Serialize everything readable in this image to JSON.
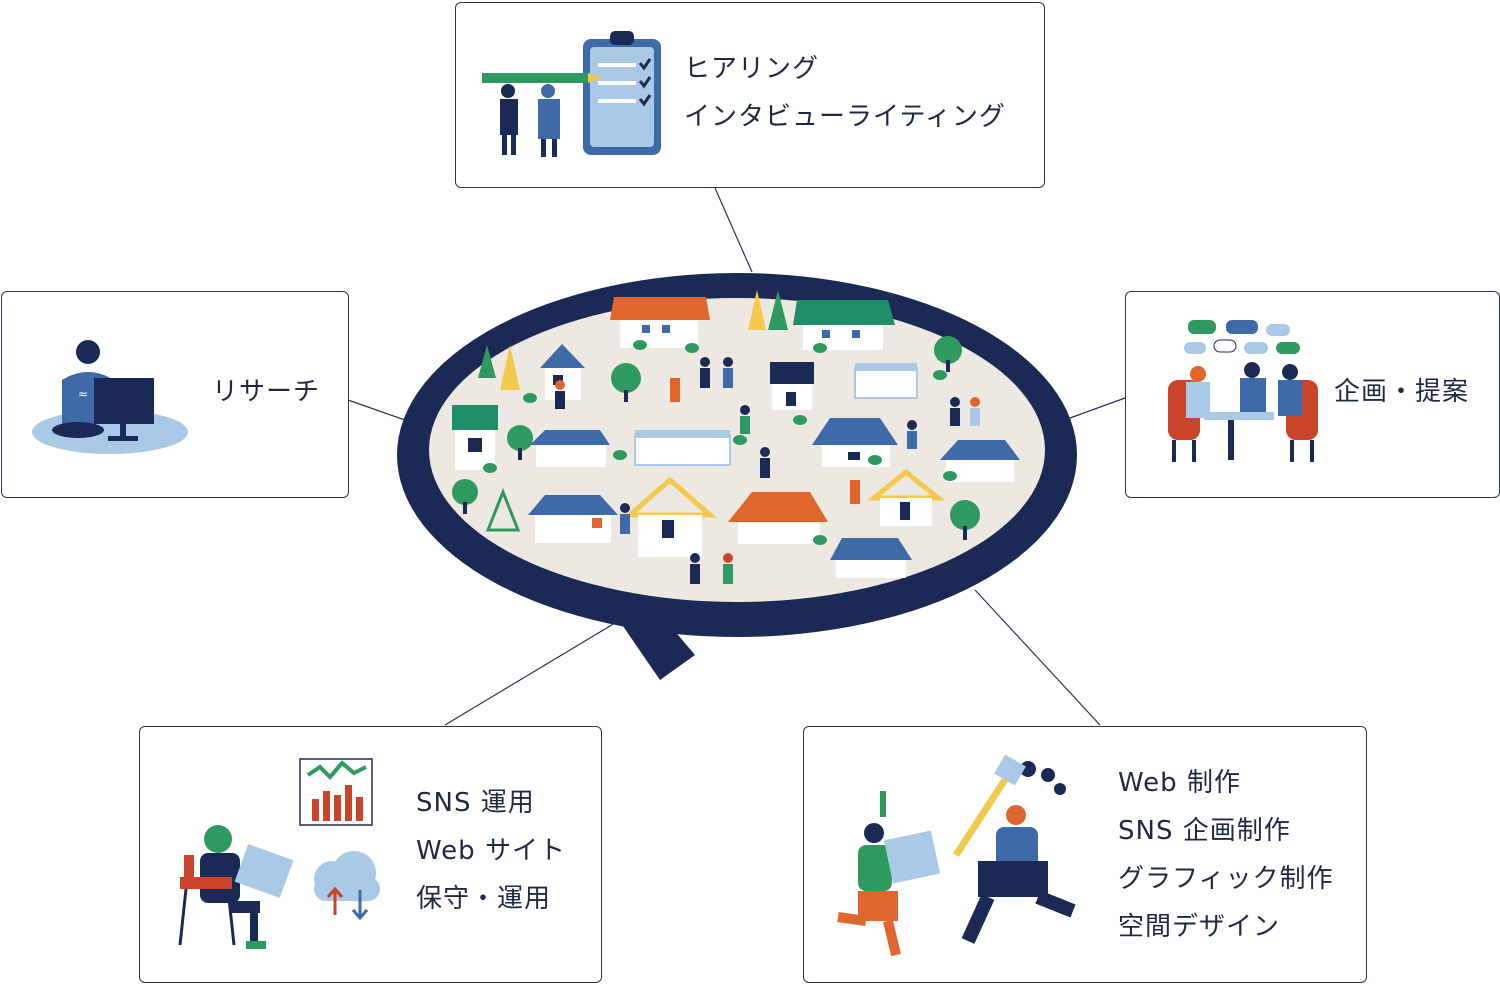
{
  "services": {
    "hearing": {
      "lines": [
        "ヒアリング",
        "インタビューライティング"
      ]
    },
    "research": {
      "lines": [
        "リサーチ"
      ]
    },
    "planning": {
      "lines": [
        "企画・提案"
      ]
    },
    "sns_web": {
      "lines": [
        "SNS 運用",
        "Web サイト",
        "保守・運用"
      ]
    },
    "production": {
      "lines": [
        "Web 制作",
        "SNS 企画制作",
        "グラフィック制作",
        "空間デザイン"
      ]
    }
  },
  "colors": {
    "navy": "#1b2a55",
    "line": "#2a3552",
    "map_bg": "#ede8e1",
    "blue": "#3e6aa8",
    "light_blue": "#a9c9e6",
    "orange": "#e0662d",
    "green": "#2e9a60",
    "teal_green": "#1f8f6a",
    "yellow": "#f2c94c",
    "red": "#c9442b"
  },
  "icons": {
    "hearing": "clipboard-checklist-icon",
    "research": "person-at-computer-icon",
    "planning": "team-meeting-icon",
    "sns_web": "laptop-chart-cloud-icon",
    "production": "drawing-painting-people-icon",
    "hub": "town-map-speech-bubble-icon"
  }
}
